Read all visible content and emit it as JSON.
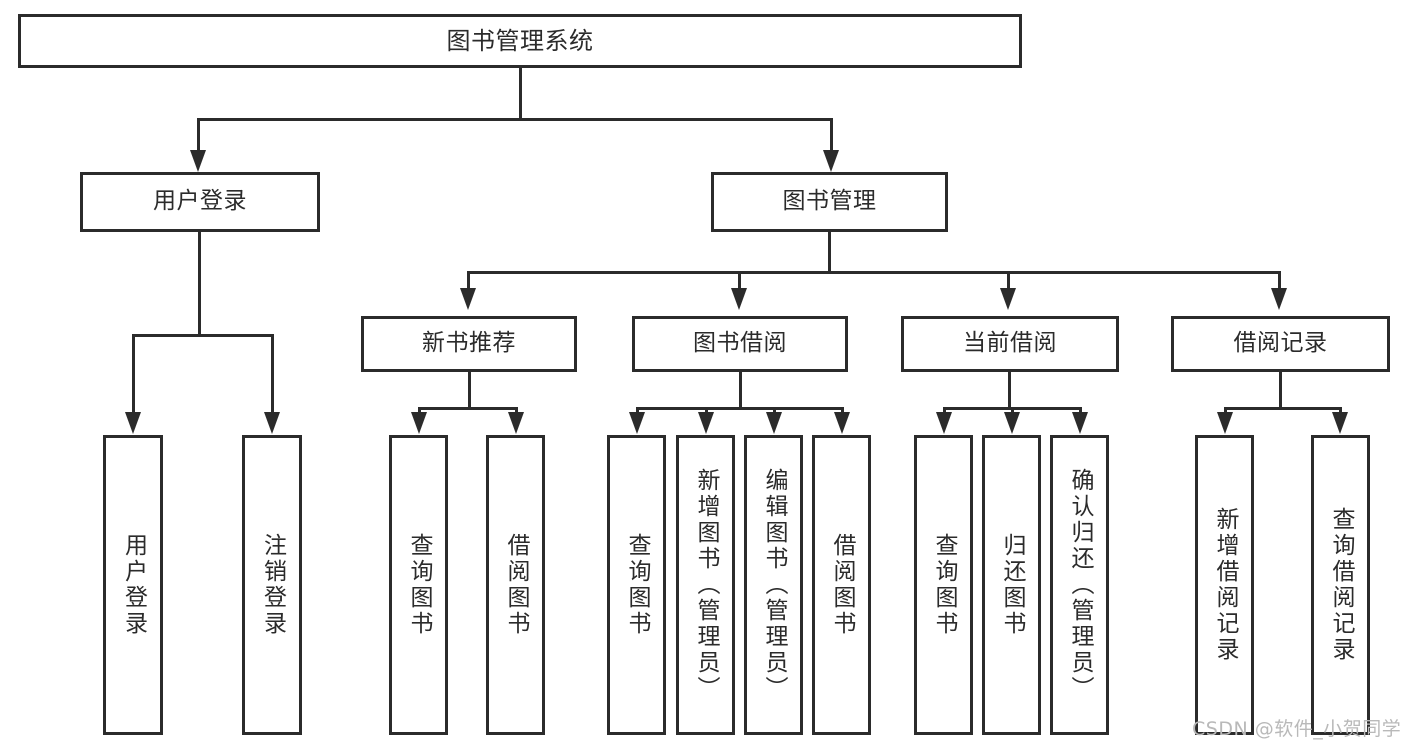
{
  "diagram": {
    "type": "tree",
    "title": "图书管理系统",
    "watermark": "CSDN @软件_小贺同学",
    "colors": {
      "line": "#2b2b2b",
      "box_fill": "#ffffff",
      "background": "#ffffff",
      "watermark": "#b9b9b9"
    },
    "root": {
      "label": "图书管理系统"
    },
    "level2": [
      {
        "label": "用户登录"
      },
      {
        "label": "图书管理"
      }
    ],
    "level3": [
      {
        "label": "新书推荐"
      },
      {
        "label": "图书借阅"
      },
      {
        "label": "当前借阅"
      },
      {
        "label": "借阅记录"
      }
    ],
    "leaves": {
      "user_login": [
        {
          "label": "用户登录"
        },
        {
          "label": "注销登录"
        }
      ],
      "new_book_recommend": [
        {
          "label": "查询图书"
        },
        {
          "label": "借阅图书"
        }
      ],
      "book_borrow": [
        {
          "label": "查询图书"
        },
        {
          "label": "新增图书（管理员）"
        },
        {
          "label": "编辑图书（管理员）"
        },
        {
          "label": "借阅图书"
        }
      ],
      "current_borrow": [
        {
          "label": "查询图书"
        },
        {
          "label": "归还图书"
        },
        {
          "label": "确认归还（管理员）"
        }
      ],
      "borrow_record": [
        {
          "label": "新增借阅记录"
        },
        {
          "label": "查询借阅记录"
        }
      ]
    },
    "edges": [
      {
        "from": "图书管理系统",
        "to": "用户登录"
      },
      {
        "from": "图书管理系统",
        "to": "图书管理"
      },
      {
        "from": "用户登录",
        "to": "用户登录"
      },
      {
        "from": "用户登录",
        "to": "注销登录"
      },
      {
        "from": "图书管理",
        "to": "新书推荐"
      },
      {
        "from": "图书管理",
        "to": "图书借阅"
      },
      {
        "from": "图书管理",
        "to": "当前借阅"
      },
      {
        "from": "图书管理",
        "to": "借阅记录"
      },
      {
        "from": "新书推荐",
        "to": "查询图书"
      },
      {
        "from": "新书推荐",
        "to": "借阅图书"
      },
      {
        "from": "图书借阅",
        "to": "查询图书"
      },
      {
        "from": "图书借阅",
        "to": "新增图书（管理员）"
      },
      {
        "from": "图书借阅",
        "to": "编辑图书（管理员）"
      },
      {
        "from": "图书借阅",
        "to": "借阅图书"
      },
      {
        "from": "当前借阅",
        "to": "查询图书"
      },
      {
        "from": "当前借阅",
        "to": "归还图书"
      },
      {
        "from": "当前借阅",
        "to": "确认归还（管理员）"
      },
      {
        "from": "借阅记录",
        "to": "新增借阅记录"
      },
      {
        "from": "借阅记录",
        "to": "查询借阅记录"
      }
    ]
  }
}
